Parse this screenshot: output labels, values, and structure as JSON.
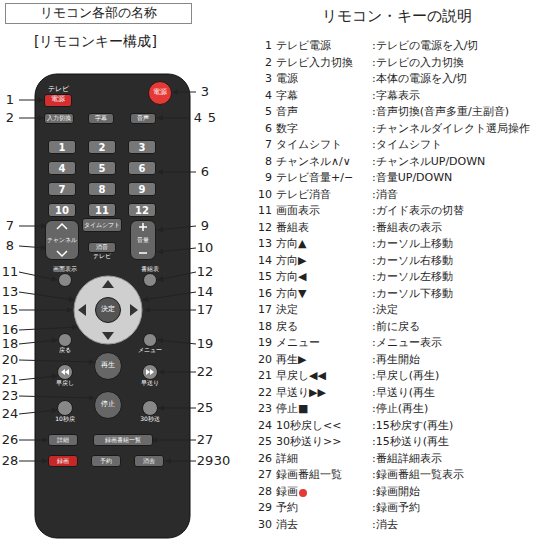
{
  "diagram": {
    "title": "リモコン各部の名称",
    "nodes": [
      {
        "text": [
          "テレビ",
          "電源"
        ]
      },
      {
        "text": [
          "電源"
        ]
      },
      {
        "text": [
          "入力切換"
        ]
      },
      {
        "text": [
          "字幕"
        ]
      },
      {
        "text": [
          "音声"
        ]
      },
      {
        "text": [
          "1"
        ]
      },
      {
        "text": [
          "2"
        ]
      },
      {
        "text": [
          "3"
        ]
      },
      {
        "text": [
          "4"
        ]
      },
      {
        "text": [
          "5"
        ]
      },
      {
        "text": [
          "6"
        ]
      },
      {
        "text": [
          "7"
        ]
      },
      {
        "text": [
          "8"
        ]
      },
      {
        "text": [
          "9"
        ]
      },
      {
        "text": [
          "10"
        ]
      },
      {
        "text": [
          "11"
        ]
      },
      {
        "text": [
          "12"
        ]
      },
      {
        "text": [
          "チャンネル"
        ]
      },
      {
        "text": [
          "タイムシフト"
        ]
      },
      {
        "text": [
          "音量"
        ]
      },
      {
        "text": [
          "消音",
          "テレビ"
        ]
      },
      {
        "text": [
          "画面表示"
        ]
      },
      {
        "text": [
          "番組表"
        ]
      },
      {
        "text": [
          "決定"
        ]
      },
      {
        "text": [
          "戻る"
        ]
      },
      {
        "text": [
          "メニュー"
        ]
      },
      {
        "text": [
          "早戻し"
        ]
      },
      {
        "text": [
          "再生"
        ]
      },
      {
        "text": [
          "早送り"
        ]
      },
      {
        "text": [
          "10秒戻"
        ]
      },
      {
        "text": [
          "停止"
        ]
      },
      {
        "text": [
          "30秒送"
        ]
      },
      {
        "text": [
          "詳細"
        ]
      },
      {
        "text": [
          "録画番組一覧"
        ]
      },
      {
        "text": [
          "録画"
        ]
      },
      {
        "text": [
          "予約"
        ]
      },
      {
        "text": [
          "消去"
        ]
      }
    ],
    "labels": [
      "[リモコンキー構成]",
      "リモコン・キーの説明",
      "1",
      "2",
      "3",
      "4",
      "5",
      "6",
      "7",
      "8",
      "9",
      "10",
      "11",
      "12",
      "13",
      "14",
      "15",
      "16",
      "17",
      "18",
      "19",
      "20",
      "21",
      "22",
      "23",
      "24",
      "25",
      "26",
      "27",
      "28",
      "29",
      "30",
      "1",
      "テレビ電源",
      ":テレビの電源を入/切",
      "2",
      "テレビ入力切換",
      ":テレビの入力切換",
      "3",
      "電源",
      ":本体の電源を入/切",
      "4",
      "字幕",
      ":字幕表示",
      "5",
      "音声",
      ":音声切換(音声多重/主副音)",
      "6",
      "数字",
      ":チャンネルダイレクト選局操作",
      "7",
      "タイムシフト",
      ":タイムシフト",
      "8",
      "チャンネル∧/∨",
      ":チャンネルUP/DOWN",
      "9",
      "テレビ音量+/−",
      ":音量UP/DOWN",
      "10",
      "テレビ消音",
      ":消音",
      "11",
      "画面表示",
      ":ガイド表示の切替",
      "12",
      "番組表",
      ":番組表の表示",
      "13",
      "方向▲",
      ":カーソル上移動",
      "14",
      "方向▶",
      ":カーソル右移動",
      "15",
      "方向◀",
      ":カーソル左移動",
      "16",
      "方向▼",
      ":カーソル下移動",
      "17",
      "決定",
      ":決定",
      "18",
      "戻る",
      ":前に戻る",
      "19",
      "メニュー",
      ":メニュー表示",
      "20",
      "再生▶",
      ":再生開始",
      "21",
      "早戻し◀◀",
      ":早戻し(再生)",
      "22",
      "早送り▶▶",
      ":早送り(再生",
      "23",
      "停止■",
      ":停止(再生)",
      "24",
      "10秒戻し<<",
      ":15秒戻す(再生)",
      "25",
      "30秒送り>>",
      ":15秒送り(再生",
      "26",
      "詳細",
      ":番組詳細表示",
      "27",
      "録画番組一覧",
      ":録画番組一覧表示",
      "28",
      "録画",
      ":録画開始",
      "29",
      "予約",
      ":録画予約",
      "30",
      "消去",
      ":消去"
    ]
  }
}
